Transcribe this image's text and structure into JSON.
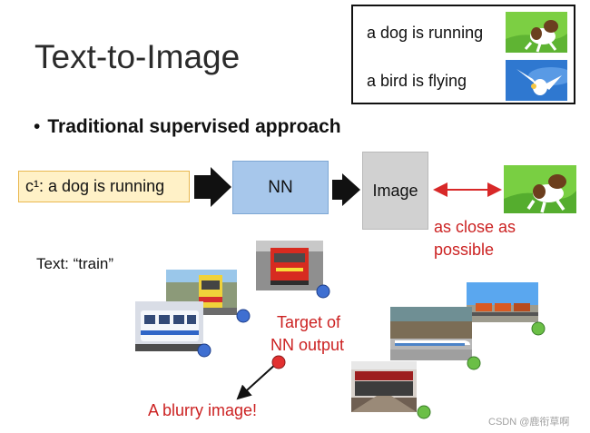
{
  "slide": {
    "title": "Text-to-Image",
    "examples": [
      {
        "caption": "a dog is running",
        "image": "dog-running-photo"
      },
      {
        "caption": "a bird is flying",
        "image": "bird-flying-photo"
      }
    ],
    "bullet": "Traditional supervised approach",
    "pipeline": {
      "input_label": "c¹: a dog is running",
      "nn_label": "NN",
      "output_label": "Image",
      "target_image": "dog-running-photo",
      "comparison_note_line1": "as close as",
      "comparison_note_line2": "possible"
    },
    "text_train_label": "Text: “train”",
    "target_label_line1": "Target of",
    "target_label_line2": "NN output",
    "blurry_label": "A blurry image!",
    "train_photos": [
      "red-locomotive-photo",
      "commuter-train-photo",
      "passenger-train-photo",
      "high-speed-train-photo",
      "freight-train-photo",
      "train-station-photo"
    ],
    "watermark": "CSDN @鹿衔草啊",
    "colors": {
      "input_fill": "#fff1c7",
      "nn_fill": "#a7c7eb",
      "image_fill": "#d1d1d1",
      "arrow_red": "#d82828",
      "label_red": "#cc2222",
      "dot_blue": "#3f6fd1",
      "dot_green": "#6bbf46",
      "dot_red": "#e23030"
    }
  }
}
